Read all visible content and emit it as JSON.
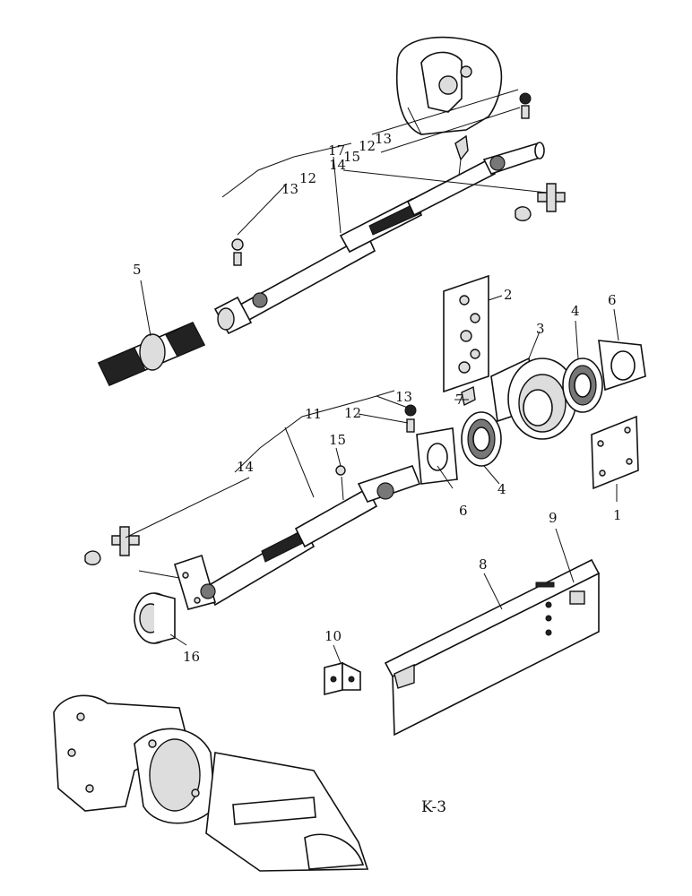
{
  "figure_ref": "K-3",
  "callouts": {
    "c1": "1",
    "c2": "2",
    "c3": "3",
    "c4a": "4",
    "c4b": "4",
    "c5": "5",
    "c6a": "6",
    "c6b": "6",
    "c7": "7",
    "c8": "8",
    "c9": "9",
    "c10": "10",
    "c11": "11",
    "c12a": "12",
    "c12b": "12",
    "c12c": "12",
    "c13a": "13",
    "c13b": "13",
    "c13c": "13",
    "c14a": "14",
    "c14b": "14",
    "c15a": "15",
    "c15b": "15",
    "c16": "16",
    "c17": "17"
  }
}
